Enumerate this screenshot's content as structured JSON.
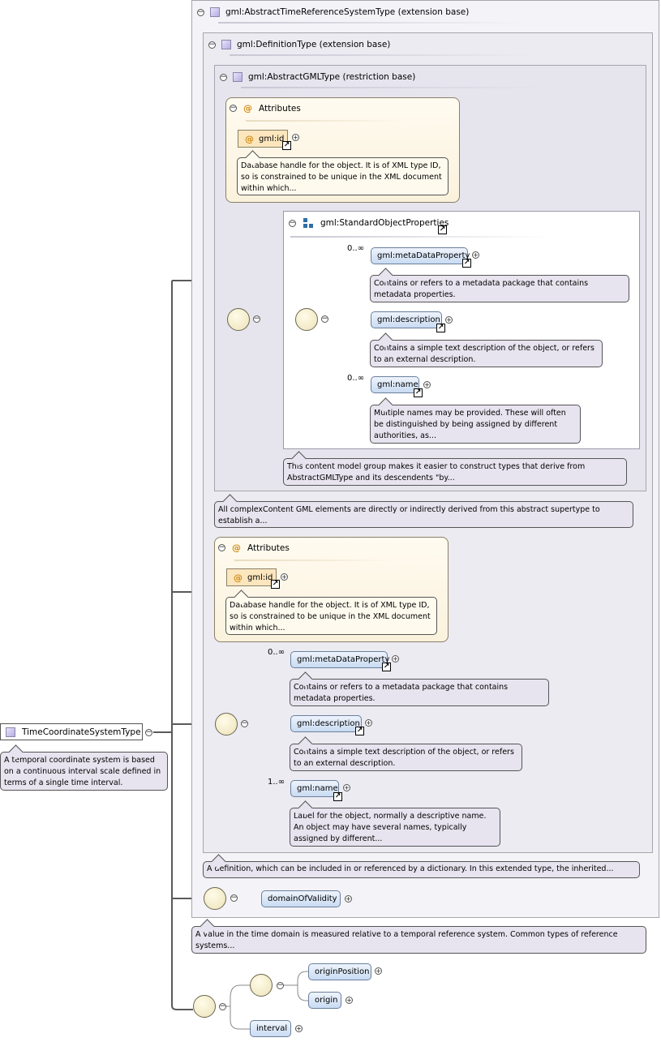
{
  "root": {
    "name": "TimeCoordinateSystemType",
    "doc": "A temporal coordinate system is based on a continuous interval scale defined in terms of a single time interval."
  },
  "groups": {
    "abstract_time_ref": {
      "title": "gml:AbstractTimeReferenceSystemType (extension base)",
      "doc": "A value in the time domain is measured relative to a temporal reference system. Common types of reference systems..."
    },
    "definition": {
      "title": "gml:DefinitionType (extension base)",
      "doc": "A definition, which can be included in or referenced by a dictionary. In this extended type, the inherited..."
    },
    "abstract_gml": {
      "title": "gml:AbstractGMLType (restriction base)",
      "doc": "All complexContent GML elements are directly or indirectly derived from this abstract supertype to establish a..."
    }
  },
  "attributes_label": "Attributes",
  "attr1": {
    "name": "gml:id",
    "doc": "Database handle for the object. It is of XML type ID, so is constrained to be unique in the XML document within which..."
  },
  "attr2": {
    "name": "gml:id",
    "doc": "Database handle for the object. It is of XML type ID, so is constrained to be unique in the XML document within which..."
  },
  "std_props": {
    "title": "gml:StandardObjectProperties",
    "doc": "This content model group makes it easier to construct types that derive from AbstractGMLType and its descendents \"by...",
    "items": [
      {
        "name": "gml:metaDataProperty",
        "occ": "0..∞",
        "doc": "Contains or refers to a metadata package that contains metadata properties."
      },
      {
        "name": "gml:description",
        "occ": "",
        "doc": "Contains a simple text description of the object, or refers to an external description."
      },
      {
        "name": "gml:name",
        "occ": "0..∞",
        "doc": "Multiple names may be provided. These will often be distinguished by being assigned by different authorities, as..."
      }
    ]
  },
  "def_seq": {
    "items": [
      {
        "name": "gml:metaDataProperty",
        "occ": "0..∞",
        "doc": "Contains or refers to a metadata package that contains metadata properties."
      },
      {
        "name": "gml:description",
        "occ": "",
        "doc": "Contains a simple text description of the object, or refers to an external description."
      },
      {
        "name": "gml:name",
        "occ": "1..∞",
        "doc": "Label for the object, normally a descriptive name. An object may have several names, typically assigned by different..."
      }
    ]
  },
  "domain": {
    "name": "domainOfValidity"
  },
  "origin_seq": {
    "choice": [
      "originPosition",
      "origin"
    ],
    "interval": "interval"
  },
  "link_glyph": "↗"
}
